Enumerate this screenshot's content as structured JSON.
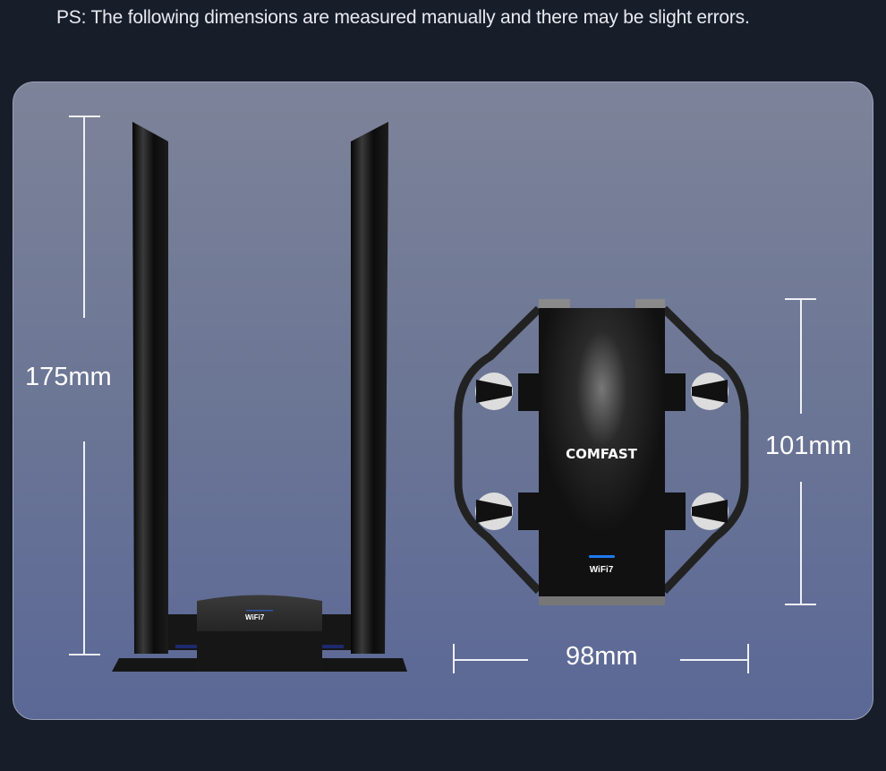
{
  "note": "PS: The following dimensions are measured manually and there may be slight errors.",
  "dimensions": {
    "height_side": "175mm",
    "height_front": "101mm",
    "width_front": "98mm"
  },
  "product": {
    "brand": "COMFAST",
    "badge": "WiFi7"
  },
  "colors": {
    "background": "#181d2a",
    "panel_top": "#7d8399",
    "panel_bottom": "#5b6896",
    "led": "#1e7bf0"
  }
}
